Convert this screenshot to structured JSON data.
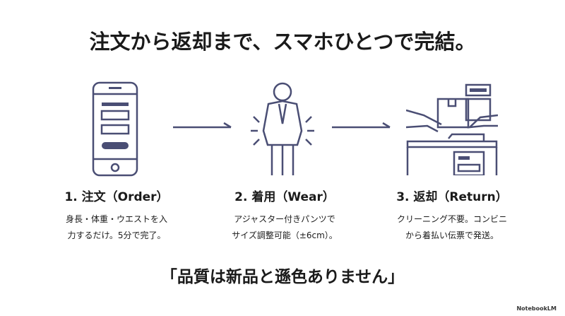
{
  "title": "注文から返却まで、スマホひとつで完結。",
  "steps": [
    {
      "heading": "1. 注文（Order）",
      "line1": "身長・体重・ウエストを入",
      "line2": "力するだけ。5分で完了。",
      "icon": "smartphone-icon"
    },
    {
      "heading": "2. 着用（Wear）",
      "line1": "アジャスター付きパンツで",
      "line2": "サイズ調整可能（±6cm）。",
      "icon": "suit-person-icon"
    },
    {
      "heading": "3. 返却（Return）",
      "line1": "クリーニング不要。コンビニ",
      "line2": "から着払い伝票で発送。",
      "icon": "convenience-store-handoff-icon"
    }
  ],
  "quote": "「品質は新品と遜色ありません」",
  "brand": "NotebookLM",
  "colors": {
    "icon": "#4a4e74"
  }
}
